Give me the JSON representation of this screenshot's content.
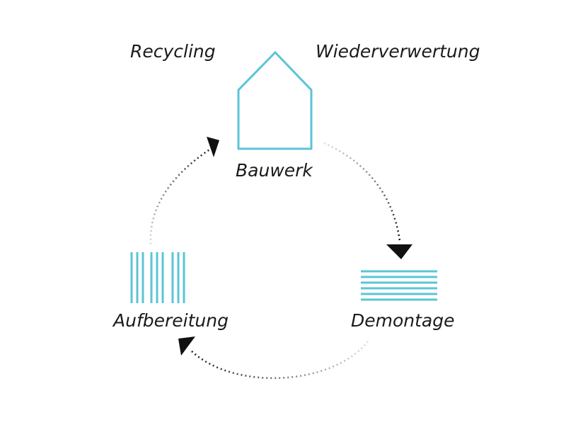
{
  "header": {
    "left_label": "Recycling",
    "right_label": "Wiederverwertung"
  },
  "nodes": [
    {
      "id": "bauwerk",
      "label": "Bauwerk",
      "icon": "house-icon"
    },
    {
      "id": "demontage",
      "label": "Demontage",
      "icon": "horizontal-lines-icon"
    },
    {
      "id": "aufbereitung",
      "label": "Aufbereitung",
      "icon": "vertical-lines-icon"
    }
  ],
  "colors": {
    "icon": "#5bc4d6",
    "text": "#1a1a1a",
    "arrow": "#111111"
  }
}
